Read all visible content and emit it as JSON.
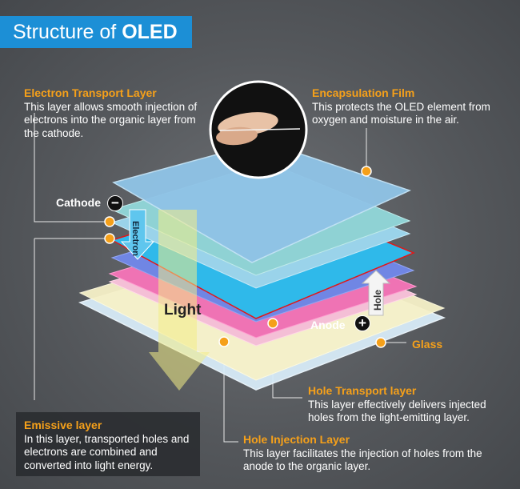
{
  "title": {
    "prefix": "Structure of",
    "bold": "OLED"
  },
  "labels": {
    "cathode": "Cathode",
    "anode": "Anode",
    "glass": "Glass",
    "light": "Light",
    "electron": "Electron",
    "hole": "Hole",
    "minus_symbol": "−",
    "plus_symbol": "+"
  },
  "callouts": {
    "electron_transport": {
      "heading": "Electron Transport Layer",
      "text": "This layer allows smooth injection of electrons into the organic layer from the cathode."
    },
    "encapsulation": {
      "heading": "Encapsulation Film",
      "text": "This protects the OLED element from oxygen and moisture in the air."
    },
    "hole_transport": {
      "heading": "Hole Transport layer",
      "text": "This layer effectively delivers injected holes from the light-emitting layer."
    },
    "hole_injection": {
      "heading": "Hole Injection Layer",
      "text": "This layer facilitates the injection of holes from the anode to the organic layer."
    },
    "emissive": {
      "heading": "Emissive layer",
      "text": "In this layer, transported holes and electrons are combined and converted into light energy."
    }
  },
  "colors": {
    "accent": "#f5a01a",
    "title_bg": "#1c8fd6",
    "glass": "#cfe6f5",
    "anode_layer": "#f3efc4",
    "hole_injection": "#f2b6d0",
    "hole_transport": "#f06ab0",
    "emissive": "#6f86e6",
    "electron_transport": "#2fb8e8",
    "encapsulation": "#8fc6e8"
  }
}
